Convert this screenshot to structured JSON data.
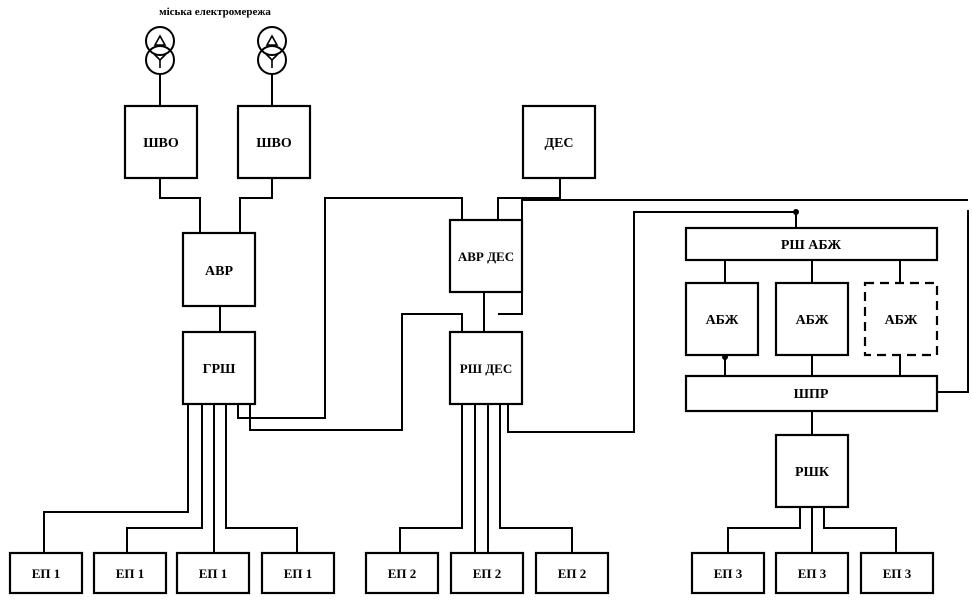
{
  "title": "міська електромережа",
  "blocks": {
    "shvo_1": "ШВО",
    "shvo_2": "ШВО",
    "des": "ДЕС",
    "avr": "АВР",
    "avr_des": "АВР ДЕС",
    "grsh": "ГРШ",
    "rsh_des": "РШ ДЕС",
    "rsh_abzh": "РШ АБЖ",
    "abzh_1": "АБЖ",
    "abzh_2": "АБЖ",
    "abzh_3": "АБЖ",
    "shpr": "ШПР",
    "rshk": "РШК"
  },
  "loads": {
    "group1": [
      "ЕП 1",
      "ЕП 1",
      "ЕП 1",
      "ЕП 1"
    ],
    "group2": [
      "ЕП 2",
      "ЕП 2",
      "ЕП 2"
    ],
    "group3": [
      "ЕП 3",
      "ЕП 3",
      "ЕП 3"
    ]
  },
  "icons": [
    "transformer-icon",
    "transformer-icon"
  ]
}
